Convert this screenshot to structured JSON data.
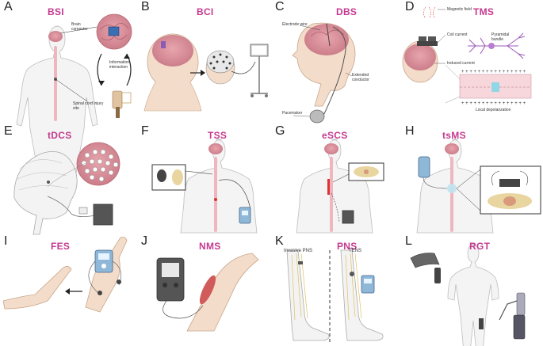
{
  "panels": [
    {
      "letter": "A",
      "title": "BSI",
      "annotations": [
        "Brain computer",
        "Information interaction",
        "Spinal cord injury site"
      ]
    },
    {
      "letter": "B",
      "title": "BCI"
    },
    {
      "letter": "C",
      "title": "DBS",
      "annotations": [
        "Electrode wire",
        "Extended conductor",
        "Pacemaker"
      ]
    },
    {
      "letter": "D",
      "title": "TMS",
      "annotations": [
        "Magnetic field",
        "Coil current",
        "Pyramidal bundle",
        "Induced current",
        "Local depolarization"
      ]
    },
    {
      "letter": "E",
      "title": "tDCS"
    },
    {
      "letter": "F",
      "title": "TSS"
    },
    {
      "letter": "G",
      "title": "eSCS"
    },
    {
      "letter": "H",
      "title": "tsMS"
    },
    {
      "letter": "I",
      "title": "FES"
    },
    {
      "letter": "J",
      "title": "NMS"
    },
    {
      "letter": "K",
      "title": "PNS",
      "annotations": [
        "Invasive PNS",
        "TENS"
      ]
    },
    {
      "letter": "L",
      "title": "RGT"
    }
  ],
  "colors": {
    "title": "#c4398f",
    "brain": "#d98b95",
    "spine": "#efb6c0",
    "skin": "#f3dcc9",
    "device": "#8fb8d8"
  }
}
